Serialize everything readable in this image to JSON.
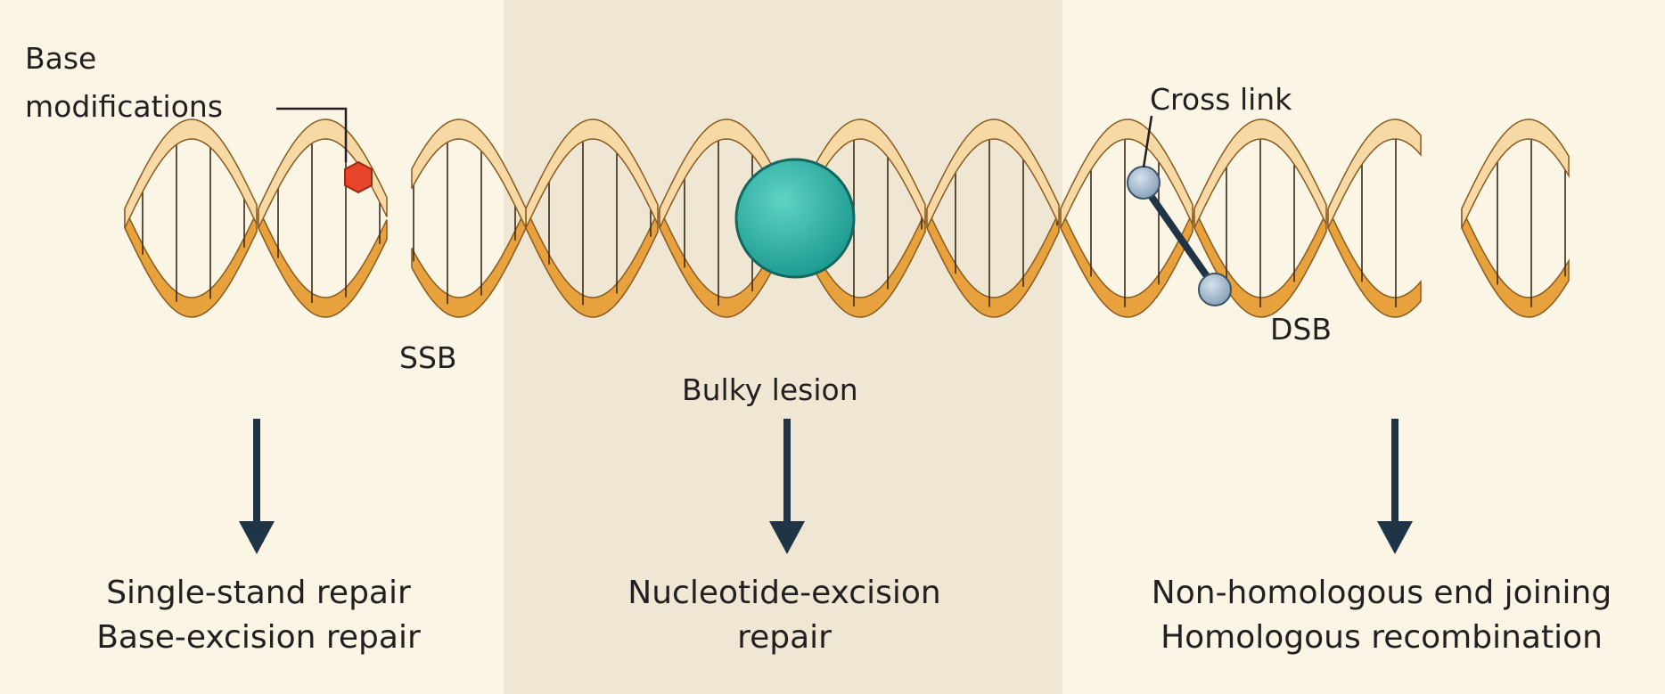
{
  "labels": {
    "base_modifications_line1": "Base",
    "base_modifications_line2": "modifications",
    "ssb": "SSB",
    "bulky_lesion": "Bulky lesion",
    "cross_link": "Cross link",
    "dsb": "DSB"
  },
  "repair": {
    "left_line1": "Single-stand repair",
    "left_line2": "Base-excision repair",
    "middle_line1": "Nucleotide-excision",
    "middle_line2": "repair",
    "right_line1": "Non-homologous end joining",
    "right_line2": "Homologous recombination"
  },
  "colors": {
    "strand_front": "#f6d9a4",
    "strand_back": "#e7a23e",
    "strand_outline": "#8a5a1e",
    "base_modification": "#e8442a",
    "bulky_lesion": "#2fb4a8",
    "cross_link_node": "#9fb4c8",
    "arrow": "#1f3545"
  }
}
